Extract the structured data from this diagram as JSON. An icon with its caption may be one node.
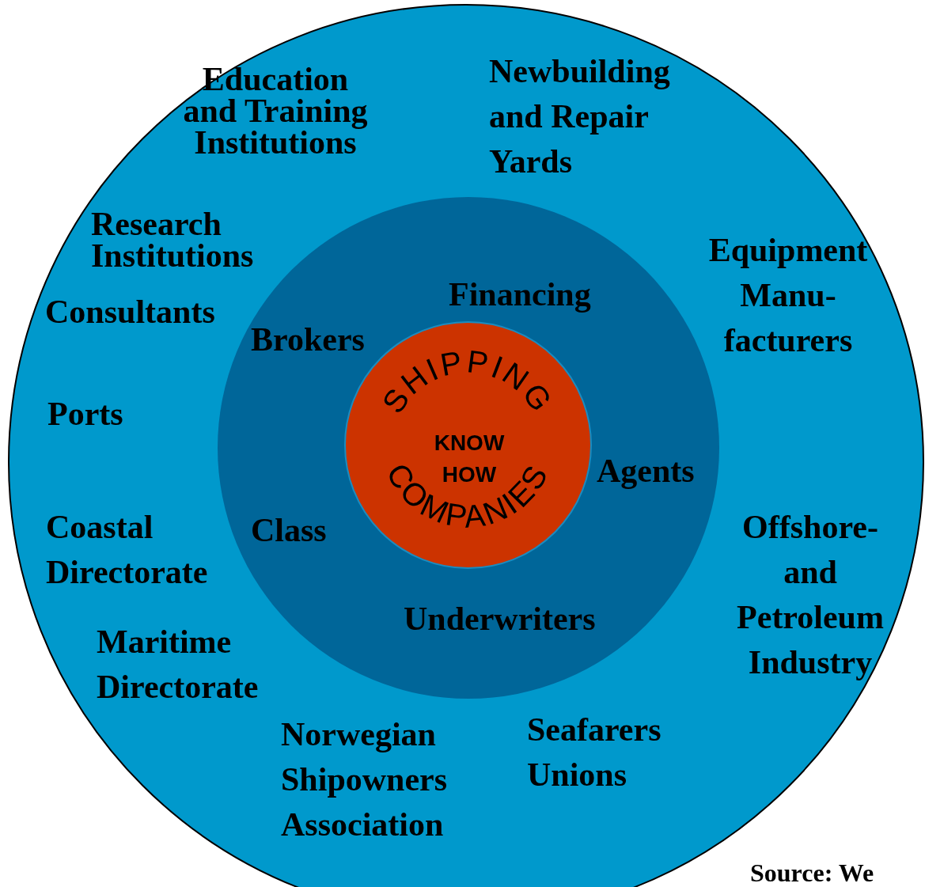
{
  "diagram": {
    "nodes": [
      {
        "text": [
          "Education and Training Institutions",
          "Newbuilding and Repair Yards",
          "Research Institutions",
          "Consultants",
          "Ports",
          "Coastal Directorate",
          "Maritime Directorate",
          "Norwegian Shipowners Association",
          "Seafarers Unions",
          "Equipment Manu- facturers",
          "Offshore- and Petroleum Industry"
        ]
      },
      {
        "text": [
          "Financing",
          "Brokers",
          "Agents",
          "Class",
          "Underwriters"
        ],
        "in": 0
      },
      {
        "text": [
          "SHIPPING",
          "COMPANIES",
          "KNOW HOW"
        ],
        "in": 1
      }
    ],
    "labels": [
      "Source: We"
    ]
  }
}
